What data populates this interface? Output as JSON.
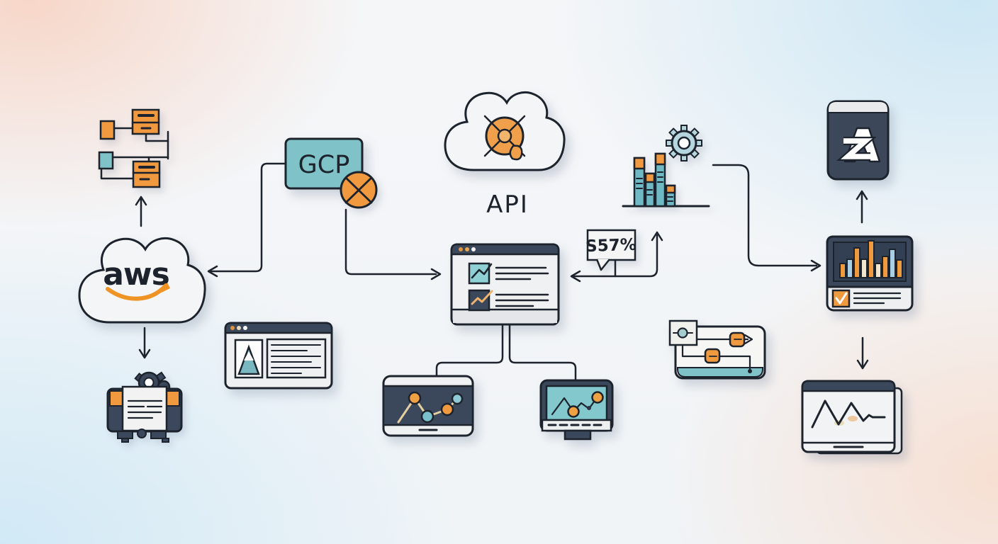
{
  "diagram": {
    "nodes": {
      "aws": {
        "label": "aws"
      },
      "gcp": {
        "label": "GCP"
      },
      "api": {
        "label": "API"
      },
      "metric_bubble": {
        "label": "S57%"
      }
    },
    "icons": [
      "resource-tree-icon",
      "aws-cloud-icon",
      "document-processor-icon",
      "gcp-box-icon",
      "error-x-circle-icon",
      "article-browser-icon",
      "api-cloud-icon",
      "compass-icon",
      "checklist-browser-icon",
      "tablet-line-chart-icon",
      "monitor-line-chart-icon",
      "speech-bubble-icon",
      "bar-chart-icon",
      "gear-icon",
      "pipeline-flow-icon",
      "az-app-icon",
      "dashboard-monitor-icon",
      "waveform-window-icon"
    ],
    "colors": {
      "orange": "#ef9a3f",
      "teal": "#7fc2c7",
      "navy": "#3b475a",
      "light_teal_gear": "#b5d6de",
      "light_blue_bar": "#a9cfe6",
      "cream_bar": "#efe6cd",
      "ink_outline": "#1d232d",
      "bg_peach": "#f7d5c6",
      "bg_blue": "#cae6f4"
    }
  }
}
